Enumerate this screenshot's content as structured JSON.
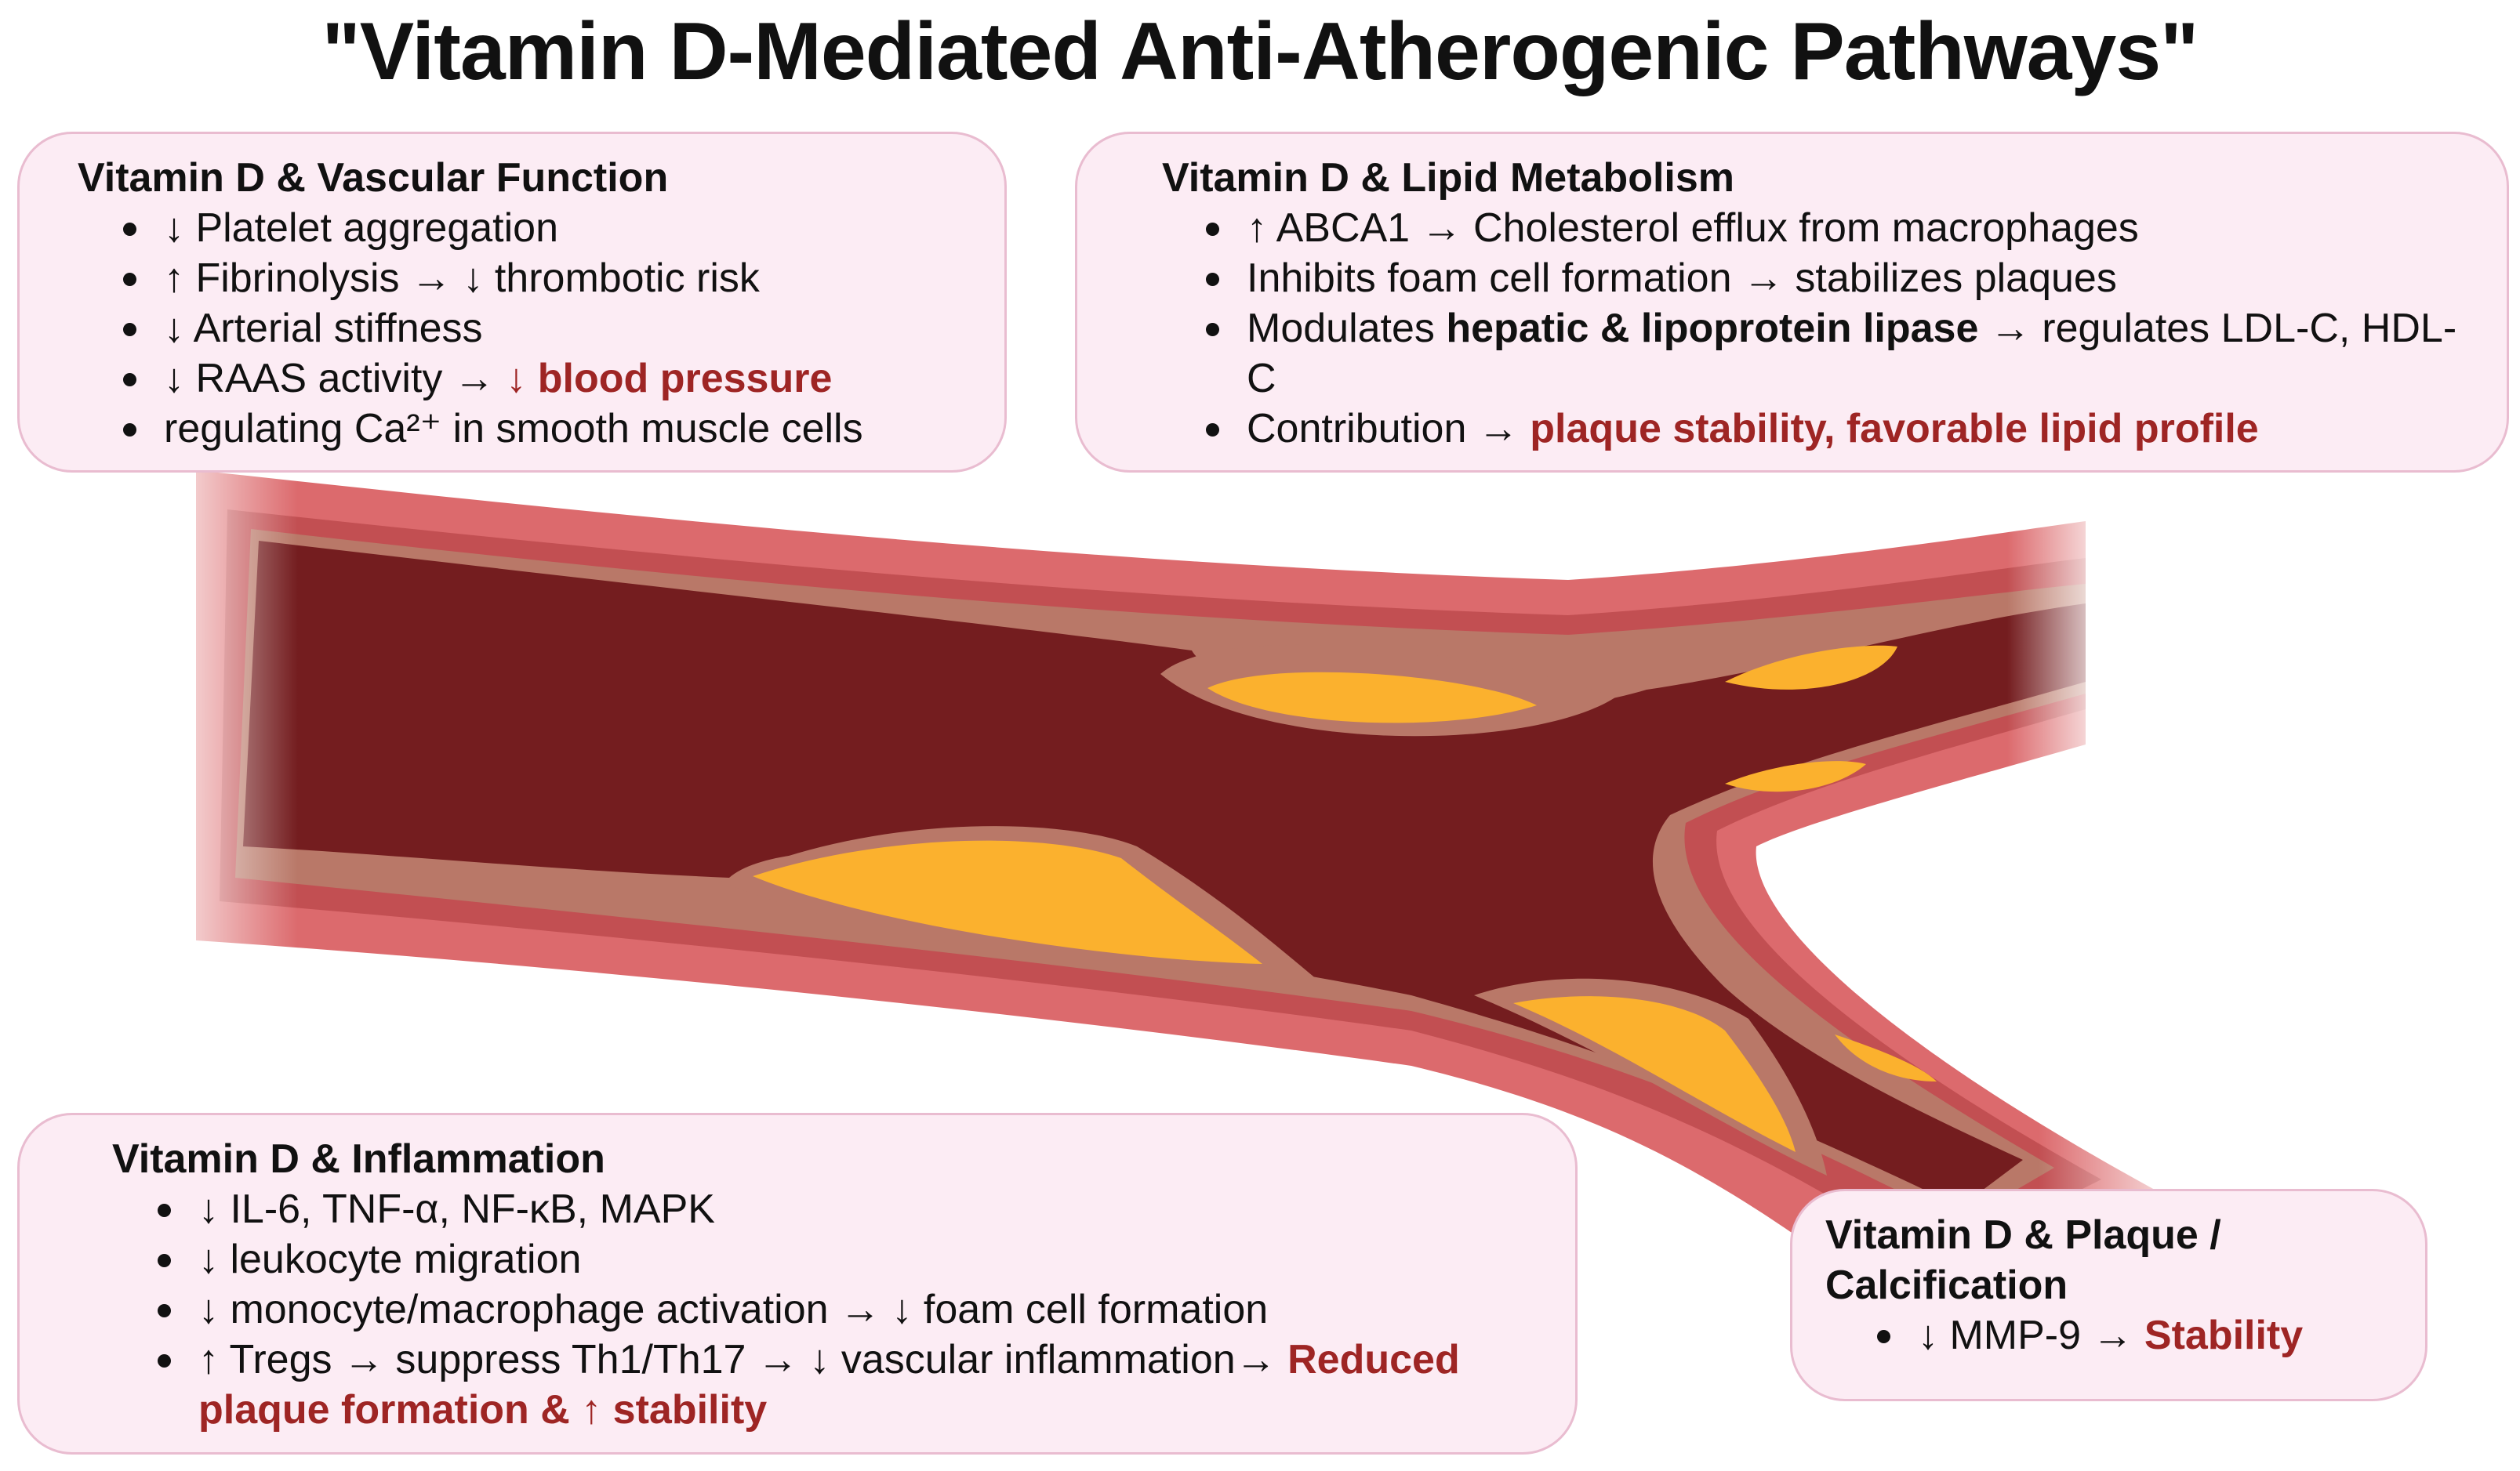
{
  "title": "\"Vitamin D-Mediated Anti-Atherogenic Pathways\"",
  "colors": {
    "box_fill": "#fcecf4",
    "box_border": "#e9bcd0",
    "highlight": "#9e2524",
    "vessel_wall": "#dc6a6d",
    "vessel_wall_dark": "#c24f52",
    "intima": "#b97868",
    "lumen": "#741d1f",
    "plaque_core": "#fbb12e"
  },
  "boxes": {
    "vascular": {
      "heading": "Vitamin D & Vascular Function",
      "items": [
        {
          "text": "↓ Platelet aggregation"
        },
        {
          "text": "↑ Fibrinolysis → ↓ thrombotic risk"
        },
        {
          "text": "↓ Arterial stiffness"
        },
        {
          "pre": "↓ RAAS activity → ",
          "highlight": "↓ blood pressure"
        },
        {
          "text": "regulating Ca²⁺ in smooth muscle cells"
        }
      ]
    },
    "lipid": {
      "heading": "Vitamin D & Lipid Metabolism",
      "items": [
        {
          "text": "↑ ABCA1 → Cholesterol efflux from macrophages"
        },
        {
          "text": "Inhibits foam cell formation → stabilizes plaques"
        },
        {
          "pre": "Modulates ",
          "bold": "hepatic & lipoprotein lipase",
          "post": " → regulates LDL-C, HDL-C"
        },
        {
          "pre": "Contribution → ",
          "highlight": "plaque stability, favorable lipid profile"
        }
      ]
    },
    "inflammation": {
      "heading": "Vitamin D & Inflammation",
      "items": [
        {
          "text": "↓ IL-6, TNF-α, NF-κB, MAPK"
        },
        {
          "text": "↓ leukocyte migration"
        },
        {
          "text": "↓ monocyte/macrophage activation → ↓ foam cell formation"
        },
        {
          "pre": "↑ Tregs → suppress Th1/Th17 → ↓ vascular inflammation→ ",
          "highlight": "Reduced plaque formation & ↑ stability"
        }
      ]
    },
    "plaque": {
      "heading": "Vitamin D & Plaque / Calcification",
      "items": [
        {
          "pre": "↓ MMP-9 → ",
          "highlight": "Stability"
        }
      ]
    }
  }
}
